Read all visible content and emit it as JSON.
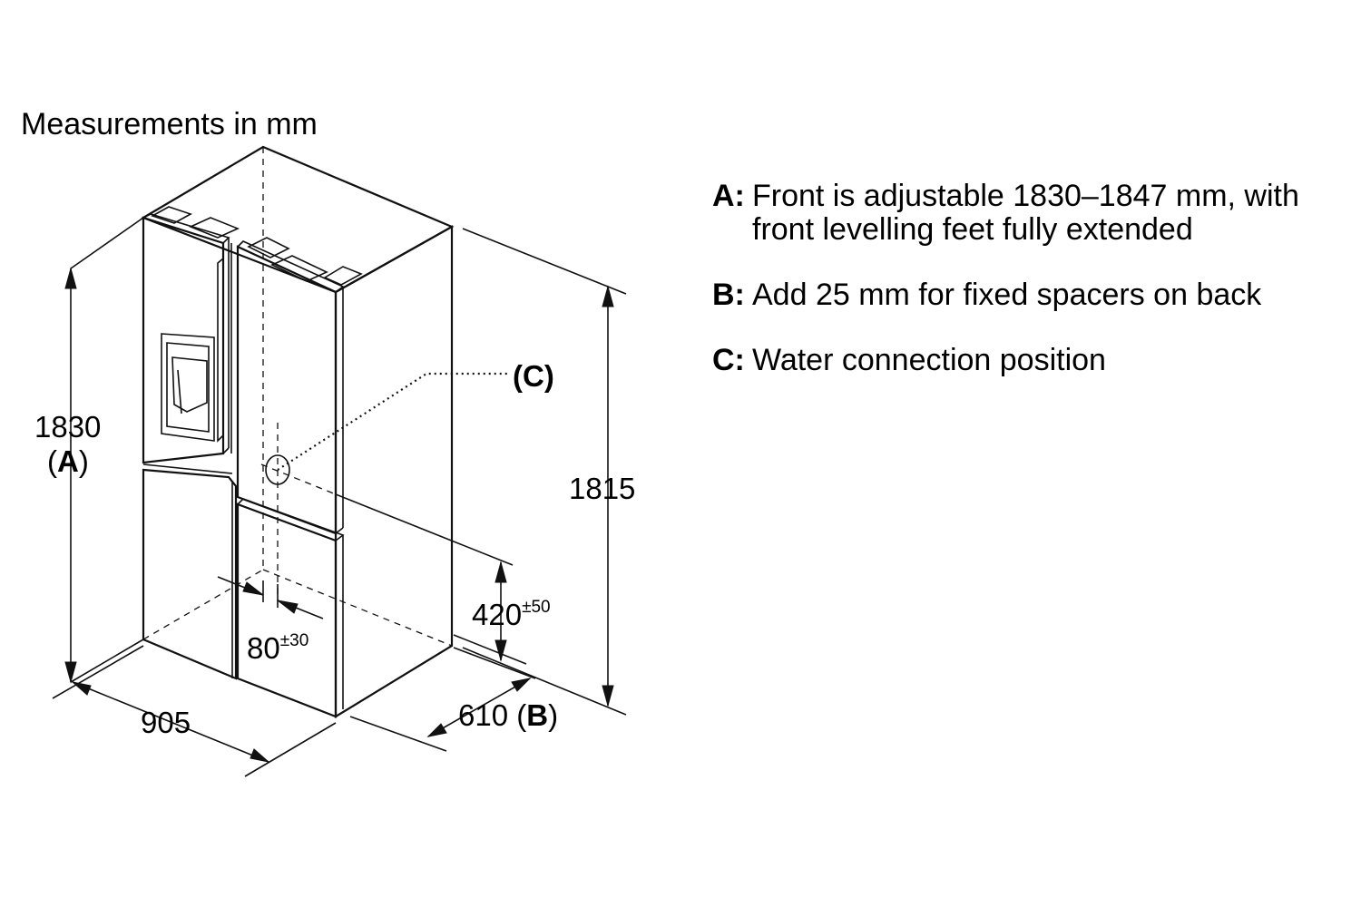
{
  "title": "Measurements in mm",
  "dimensions": {
    "height_front": "1830",
    "height_front_ref": "A",
    "height_back": "1815",
    "width": "905",
    "depth": "610",
    "depth_ref": "B",
    "water_height": "420",
    "water_height_tol": "±50",
    "water_offset": "80",
    "water_offset_tol": "±30",
    "water_ref": "(C)"
  },
  "notes": [
    {
      "key": "A:",
      "text": "Front is adjustable 1830–1847 mm, with\nfront levelling feet fully extended"
    },
    {
      "key": "B:",
      "text": "Add 25 mm for fixed spacers on back"
    },
    {
      "key": "C:",
      "text": "Water connection position"
    }
  ]
}
